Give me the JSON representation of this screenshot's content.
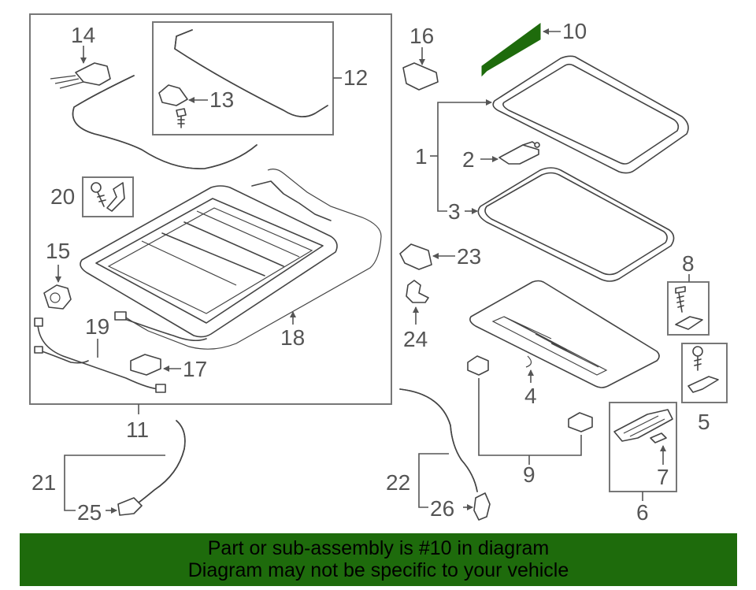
{
  "callouts": {
    "c1": "1",
    "c2": "2",
    "c3": "3",
    "c4": "4",
    "c5": "5",
    "c6": "6",
    "c7": "7",
    "c8": "8",
    "c9": "9",
    "c10": "10",
    "c11": "11",
    "c12": "12",
    "c13": "13",
    "c14": "14",
    "c15": "15",
    "c16": "16",
    "c17": "17",
    "c18": "18",
    "c19": "19",
    "c20": "20",
    "c21": "21",
    "c22": "22",
    "c23": "23",
    "c24": "24",
    "c25": "25",
    "c26": "26"
  },
  "colors": {
    "banner": "#1e6b0c",
    "highlight_part": "#1e6b0c",
    "line": "#444444",
    "label": "#555555"
  },
  "banner": {
    "line1": "Part or sub-assembly is #10 in diagram",
    "line2": "Diagram may not be specific to your vehicle"
  }
}
